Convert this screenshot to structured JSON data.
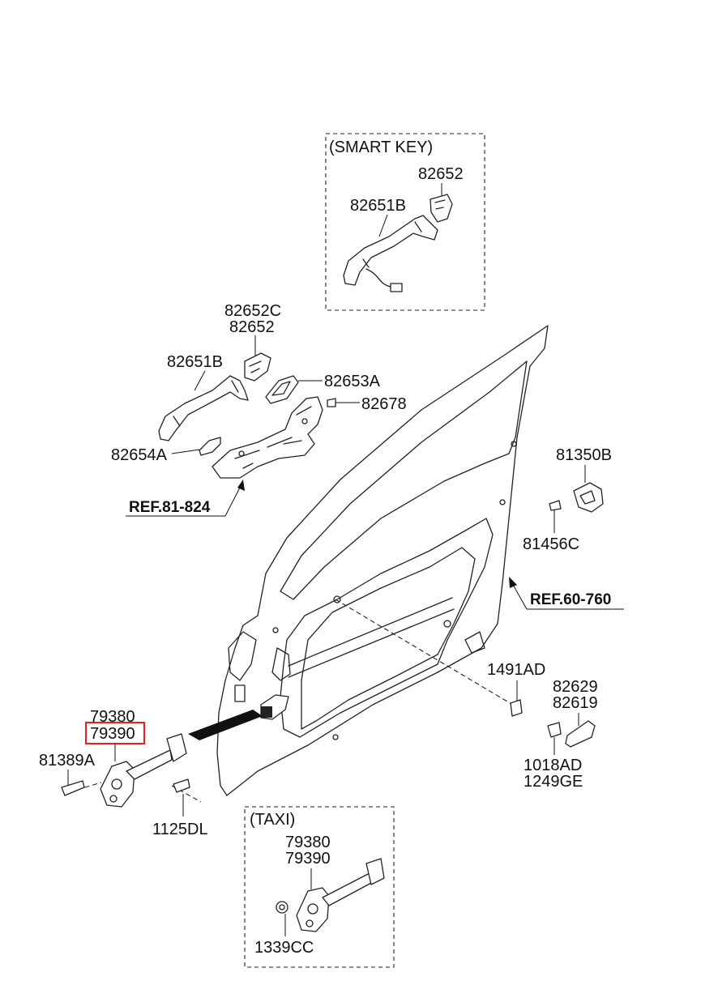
{
  "highlight_color": "#e8211c",
  "labels": {
    "smart_key_title": "(SMART KEY)",
    "sk_82652": "82652",
    "sk_82651B": "82651B",
    "p_82652C": "82652C",
    "p_82652": "82652",
    "p_82651B": "82651B",
    "p_82653A": "82653A",
    "p_82678": "82678",
    "p_82654A": "82654A",
    "ref_81_824": "REF.81-824",
    "p_81350B": "81350B",
    "p_81456C": "81456C",
    "ref_60_760": "REF.60-760",
    "p_1491AD": "1491AD",
    "p_82629": "82629",
    "p_82619": "82619",
    "p_1018AD": "1018AD",
    "p_1249GE": "1249GE",
    "p_79380": "79380",
    "p_79390": "79390",
    "p_81389A": "81389A",
    "p_1125DL": "1125DL",
    "taxi_title": "(TAXI)",
    "taxi_79380": "79380",
    "taxi_79390": "79390",
    "taxi_1339CC": "1339CC"
  }
}
